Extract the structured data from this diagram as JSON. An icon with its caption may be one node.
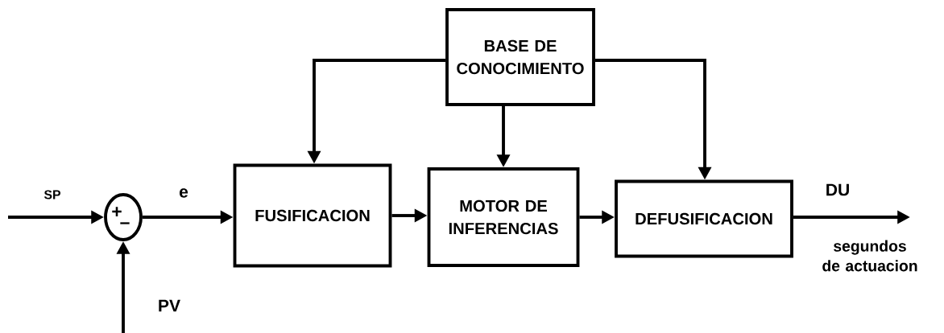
{
  "diagram": {
    "nodes": [
      {
        "text": [
          "BASE DE CONOCIMIENTO"
        ]
      },
      {
        "text": [
          "+",
          "–"
        ]
      },
      {
        "text": [
          "FUSIFICACION"
        ]
      },
      {
        "text": [
          "MOTOR DE INFERENCIAS"
        ]
      },
      {
        "text": [
          "DEFUSIFICACION"
        ]
      }
    ],
    "edges": [
      {
        "from": null,
        "to": 1,
        "arrow": "to",
        "label": "SP"
      },
      {
        "from": null,
        "to": 1,
        "arrow": "to",
        "label": "PV"
      },
      {
        "from": 1,
        "to": 2,
        "arrow": "to",
        "label": "e"
      },
      {
        "from": 2,
        "to": 3,
        "arrow": "to"
      },
      {
        "from": 3,
        "to": 4,
        "arrow": "to"
      },
      {
        "from": 4,
        "to": null,
        "arrow": "to",
        "label": "DU"
      },
      {
        "from": 0,
        "to": 2,
        "arrow": "to"
      },
      {
        "from": 0,
        "to": 3,
        "arrow": "to"
      },
      {
        "from": 0,
        "to": 4,
        "arrow": "to"
      }
    ],
    "labels": [
      "segundos de actuacion"
    ]
  }
}
